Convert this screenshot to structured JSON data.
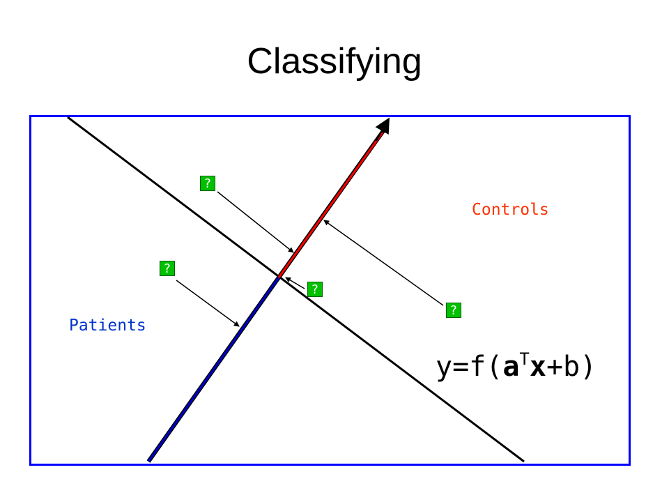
{
  "slide": {
    "title": "Classifying"
  },
  "diagram": {
    "border_color": "#0000ff",
    "labels": {
      "controls": "Controls",
      "controls_color": "#ff3300",
      "patients": "Patients",
      "patients_color": "#0033cc"
    },
    "formula": {
      "prefix": "y=f(",
      "a": "a",
      "superscript": "T",
      "x": "x",
      "suffix": "+b)"
    },
    "unknown_points": [
      {
        "label": "?",
        "color": "#00c000"
      },
      {
        "label": "?",
        "color": "#00c000"
      },
      {
        "label": "?",
        "color": "#00c000"
      },
      {
        "label": "?",
        "color": "#00c000"
      }
    ],
    "projection_axis": {
      "positive_color": "#ff0000",
      "negative_color": "#0000cc"
    }
  }
}
